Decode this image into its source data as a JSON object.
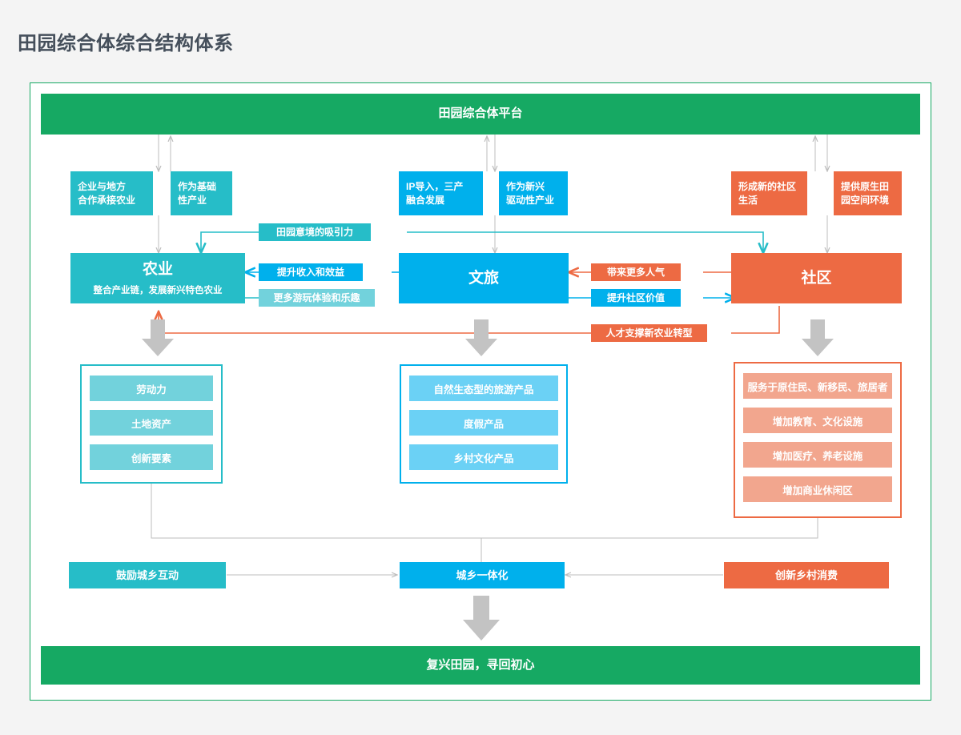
{
  "page": {
    "title": "田园综合体综合结构体系"
  },
  "colors": {
    "green": "#16a963",
    "teal": "#26bdc8",
    "teal_light": "#72d2dc",
    "blue": "#00b0ec",
    "blue_light": "#6bd1f5",
    "orange": "#ed6a43",
    "orange_light": "#f2a68e",
    "arrow_gray": "#c3c3c3",
    "background": "#f4f4f4"
  },
  "platform": {
    "label": "田园综合体平台"
  },
  "feeders": [
    {
      "label": "企业与地方\n合作承接农业",
      "color": "teal"
    },
    {
      "label": "作为基础\n性产业",
      "color": "teal"
    },
    {
      "label": "IP导入，三产\n融合发展",
      "color": "blue"
    },
    {
      "label": "作为新兴\n驱动性产业",
      "color": "blue"
    },
    {
      "label": "形成新的社区\n生活",
      "color": "orange"
    },
    {
      "label": "提供原生田\n园空间环境",
      "color": "orange"
    }
  ],
  "hubs": [
    {
      "title": "农业",
      "subtitle": "整合产业链，发展新兴特色农业",
      "color": "teal"
    },
    {
      "title": "文旅",
      "subtitle": "",
      "color": "blue"
    },
    {
      "title": "社区",
      "subtitle": "",
      "color": "orange"
    }
  ],
  "links": [
    {
      "label": "田园意境的吸引力",
      "color": "teal",
      "from": "社区",
      "to": "农业"
    },
    {
      "label": "提升收入和效益",
      "color": "blue",
      "from": "文旅",
      "to": "农业"
    },
    {
      "label": "更多游玩体验和乐趣",
      "color": "teal_light",
      "from": "农业",
      "to": "文旅"
    },
    {
      "label": "带来更多人气",
      "color": "orange",
      "from": "社区",
      "to": "文旅"
    },
    {
      "label": "提升社区价值",
      "color": "blue",
      "from": "文旅",
      "to": "社区"
    },
    {
      "label": "人才支撑新农业转型",
      "color": "orange",
      "from": "社区",
      "to": "农业"
    }
  ],
  "panels": [
    {
      "name": "agriculture-resources",
      "color": "teal",
      "items": [
        "劳动力",
        "土地资产",
        "创新要素"
      ]
    },
    {
      "name": "tourism-products",
      "color": "blue",
      "items": [
        "自然生态型的旅游产品",
        "度假产品",
        "乡村文化产品"
      ]
    },
    {
      "name": "community-services",
      "color": "orange",
      "items": [
        "服务于原住民、新移民、旅居者",
        "增加教育、文化设施",
        "增加医疗、养老设施",
        "增加商业休闲区"
      ]
    }
  ],
  "bottom_row": [
    {
      "label": "鼓励城乡互动",
      "color": "teal"
    },
    {
      "label": "城乡一体化",
      "color": "blue"
    },
    {
      "label": "创新乡村消费",
      "color": "orange"
    }
  ],
  "conclusion": {
    "label": "复兴田园，寻回初心"
  }
}
